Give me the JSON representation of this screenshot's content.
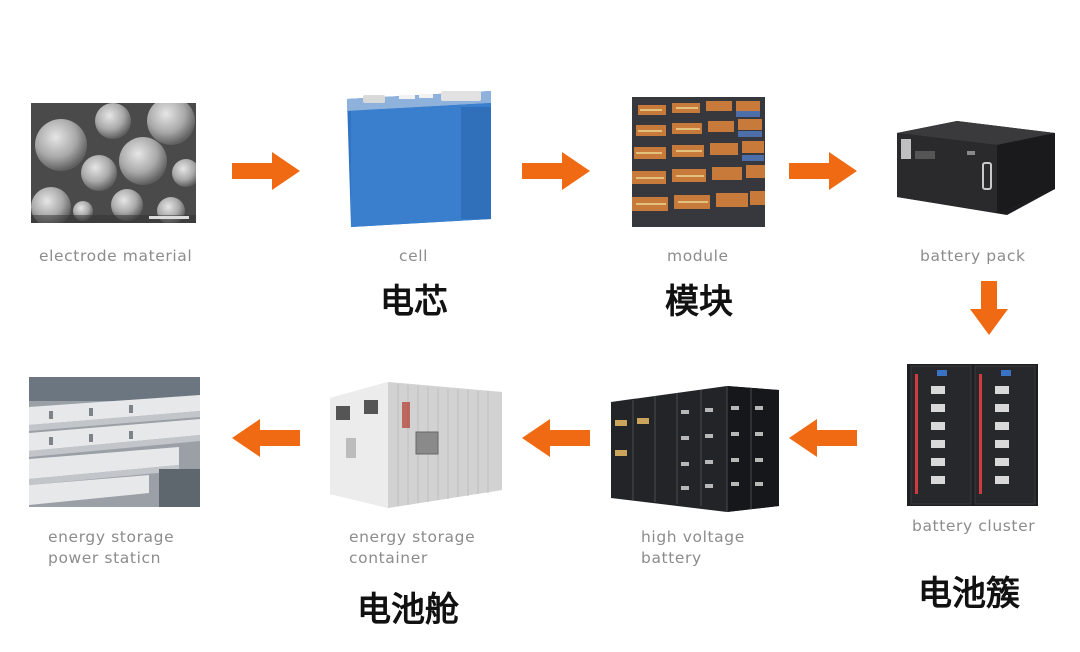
{
  "colors": {
    "arrow": "#f06a13",
    "label_gray": "#8c8c8c",
    "heading_black": "#111111"
  },
  "stages": [
    {
      "id": "electrode",
      "label": "electrode material",
      "image": "electrode-material-photo"
    },
    {
      "id": "cell",
      "label": "cell",
      "chinese": "电芯",
      "image": "cell-photo"
    },
    {
      "id": "module",
      "label": "module",
      "chinese": "模块",
      "image": "module-photo"
    },
    {
      "id": "pack",
      "label": "battery pack",
      "image": "battery-pack-photo"
    },
    {
      "id": "cluster",
      "label": "battery cluster",
      "chinese": "电池簇",
      "image": "battery-cluster-photo"
    },
    {
      "id": "hv",
      "label_lines": [
        "high voltage",
        "battery"
      ],
      "image": "high-voltage-battery-photo"
    },
    {
      "id": "container",
      "label_lines": [
        "energy storage",
        "container"
      ],
      "chinese": "电池舱",
      "image": "energy-storage-container-photo"
    },
    {
      "id": "station",
      "label_lines": [
        "energy storage",
        "power staticn"
      ],
      "image": "energy-storage-station-photo"
    }
  ],
  "arrows": [
    "right-arrow-icon",
    "right-arrow-icon",
    "right-arrow-icon",
    "down-arrow-icon",
    "left-arrow-icon",
    "left-arrow-icon",
    "left-arrow-icon"
  ]
}
